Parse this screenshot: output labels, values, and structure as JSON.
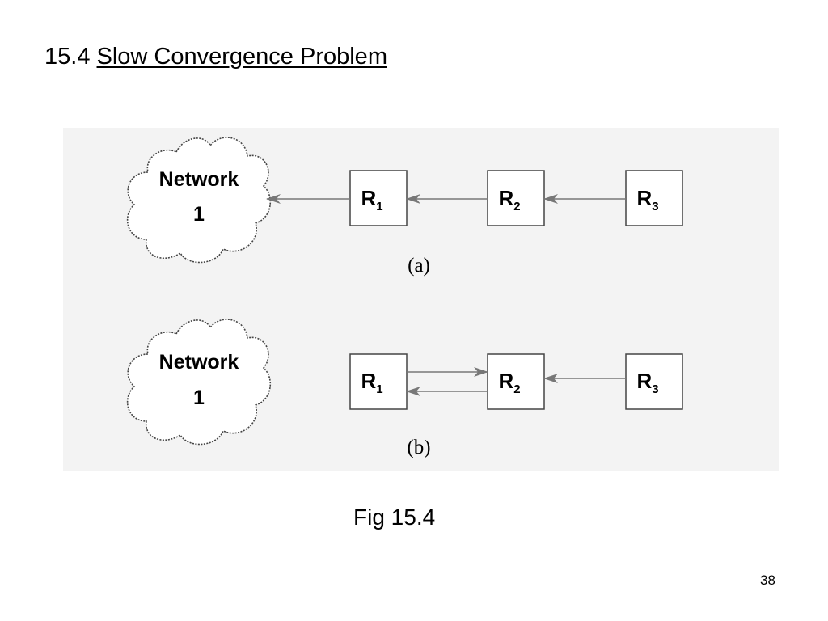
{
  "slide": {
    "number_prefix": "15.4",
    "title": "Slow Convergence Problem",
    "caption": "Fig 15.4",
    "page_number": "38"
  },
  "diagram": {
    "panel_a": {
      "label": "(a)",
      "network_line1": "Network",
      "network_line2": "1",
      "routers": [
        {
          "letter": "R",
          "sub": "1"
        },
        {
          "letter": "R",
          "sub": "2"
        },
        {
          "letter": "R",
          "sub": "3"
        }
      ]
    },
    "panel_b": {
      "label": "(b)",
      "network_line1": "Network",
      "network_line2": "1",
      "routers": [
        {
          "letter": "R",
          "sub": "1"
        },
        {
          "letter": "R",
          "sub": "2"
        },
        {
          "letter": "R",
          "sub": "3"
        }
      ]
    },
    "colors": {
      "box_stroke": "#444444",
      "arrow": "#777777",
      "background": "#f3f3f3"
    }
  }
}
